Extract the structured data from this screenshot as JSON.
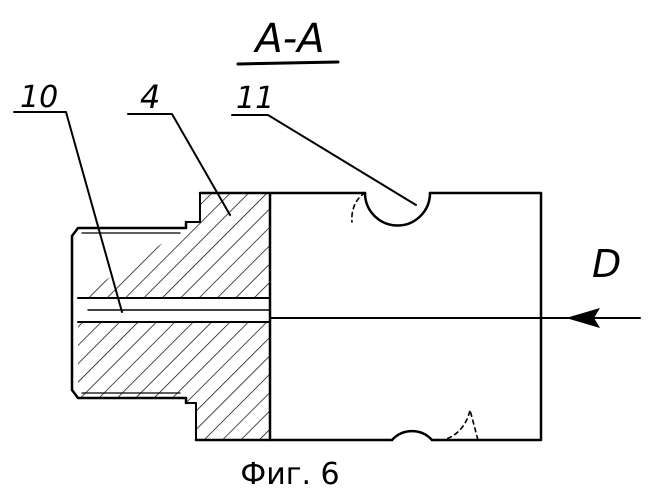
{
  "section_label": "A-A",
  "callouts": {
    "part_10": "10",
    "part_4": "4",
    "part_11": "11"
  },
  "direction_label": "D",
  "caption": "Фиг. 6",
  "colors": {
    "ink": "#000000",
    "paper": "#ffffff"
  }
}
